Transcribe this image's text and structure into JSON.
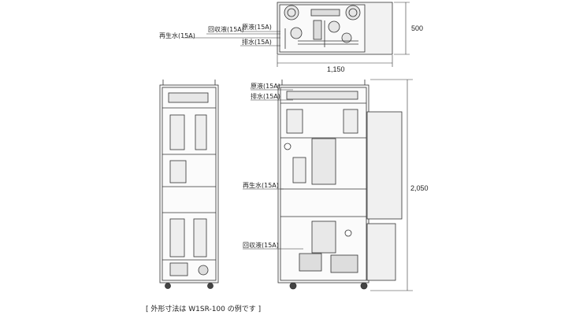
{
  "labels": {
    "genseki": "原液(15A)",
    "kaishu": "回収液(15A)",
    "saisei": "再生水(15A)",
    "haisui": "排水(15A)"
  },
  "dimensions": {
    "depth": "500",
    "width": "1,150",
    "height": "2,050"
  },
  "caption": "[ 外形寸法は W1SR-100 の例です ]"
}
